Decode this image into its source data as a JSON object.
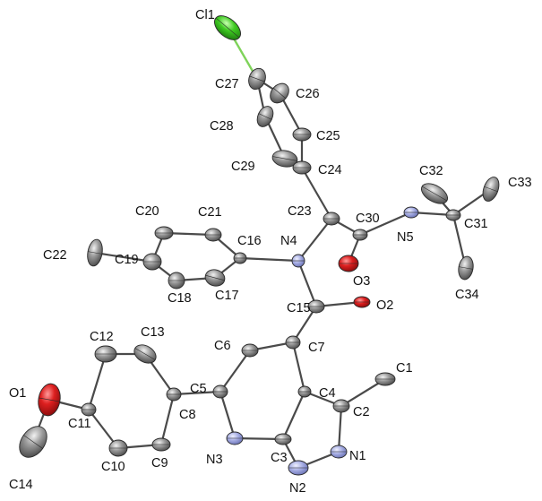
{
  "diagram": {
    "type": "ortep-crystal-structure",
    "colors": {
      "carbon": "#7a7a7a",
      "nitrogen": "#9aa2dc",
      "oxygen": "#cc1a1a",
      "chlorine": "#37c21d",
      "bond": "#4a4a4a"
    },
    "atoms": [
      {
        "id": "Cl1",
        "label": "Cl1",
        "element": "chlorine"
      },
      {
        "id": "C27",
        "label": "C27",
        "element": "carbon"
      },
      {
        "id": "C26",
        "label": "C26",
        "element": "carbon"
      },
      {
        "id": "C28",
        "label": "C28",
        "element": "carbon"
      },
      {
        "id": "C25",
        "label": "C25",
        "element": "carbon"
      },
      {
        "id": "C29",
        "label": "C29",
        "element": "carbon"
      },
      {
        "id": "C24",
        "label": "C24",
        "element": "carbon"
      },
      {
        "id": "C32",
        "label": "C32",
        "element": "carbon"
      },
      {
        "id": "C33",
        "label": "C33",
        "element": "carbon"
      },
      {
        "id": "C23",
        "label": "C23",
        "element": "carbon"
      },
      {
        "id": "C30",
        "label": "C30",
        "element": "carbon"
      },
      {
        "id": "N5",
        "label": "N5",
        "element": "nitrogen"
      },
      {
        "id": "C31",
        "label": "C31",
        "element": "carbon"
      },
      {
        "id": "N4",
        "label": "N4",
        "element": "nitrogen"
      },
      {
        "id": "C20",
        "label": "C20",
        "element": "carbon"
      },
      {
        "id": "C21",
        "label": "C21",
        "element": "carbon"
      },
      {
        "id": "C16",
        "label": "C16",
        "element": "carbon"
      },
      {
        "id": "C22",
        "label": "C22",
        "element": "carbon"
      },
      {
        "id": "C19",
        "label": "C19",
        "element": "carbon"
      },
      {
        "id": "C18",
        "label": "C18",
        "element": "carbon"
      },
      {
        "id": "C17",
        "label": "C17",
        "element": "carbon"
      },
      {
        "id": "O3",
        "label": "O3",
        "element": "oxygen"
      },
      {
        "id": "C34",
        "label": "C34",
        "element": "carbon"
      },
      {
        "id": "C15",
        "label": "C15",
        "element": "carbon"
      },
      {
        "id": "O2",
        "label": "O2",
        "element": "oxygen"
      },
      {
        "id": "C6",
        "label": "C6",
        "element": "carbon"
      },
      {
        "id": "C7",
        "label": "C7",
        "element": "carbon"
      },
      {
        "id": "C12",
        "label": "C12",
        "element": "carbon"
      },
      {
        "id": "C13",
        "label": "C13",
        "element": "carbon"
      },
      {
        "id": "C1",
        "label": "C1",
        "element": "carbon"
      },
      {
        "id": "C5",
        "label": "C5",
        "element": "carbon"
      },
      {
        "id": "C4",
        "label": "C4",
        "element": "carbon"
      },
      {
        "id": "C2",
        "label": "C2",
        "element": "carbon"
      },
      {
        "id": "O1",
        "label": "O1",
        "element": "oxygen"
      },
      {
        "id": "C8",
        "label": "C8",
        "element": "carbon"
      },
      {
        "id": "C11",
        "label": "C11",
        "element": "carbon"
      },
      {
        "id": "N1",
        "label": "N1",
        "element": "nitrogen"
      },
      {
        "id": "N3",
        "label": "N3",
        "element": "nitrogen"
      },
      {
        "id": "C3",
        "label": "C3",
        "element": "carbon"
      },
      {
        "id": "C10",
        "label": "C10",
        "element": "carbon"
      },
      {
        "id": "C9",
        "label": "C9",
        "element": "carbon"
      },
      {
        "id": "N2",
        "label": "N2",
        "element": "nitrogen"
      },
      {
        "id": "C14",
        "label": "C14",
        "element": "carbon"
      }
    ],
    "bonds": [
      [
        "Cl1",
        "C27"
      ],
      [
        "C27",
        "C26"
      ],
      [
        "C27",
        "C28"
      ],
      [
        "C26",
        "C25"
      ],
      [
        "C28",
        "C29"
      ],
      [
        "C25",
        "C24"
      ],
      [
        "C29",
        "C24"
      ],
      [
        "C24",
        "C23"
      ],
      [
        "C23",
        "N4"
      ],
      [
        "C23",
        "C30"
      ],
      [
        "C30",
        "O3"
      ],
      [
        "C30",
        "N5"
      ],
      [
        "N5",
        "C31"
      ],
      [
        "C31",
        "C32"
      ],
      [
        "C31",
        "C33"
      ],
      [
        "C31",
        "C34"
      ],
      [
        "N4",
        "C16"
      ],
      [
        "C16",
        "C21"
      ],
      [
        "C16",
        "C17"
      ],
      [
        "C21",
        "C20"
      ],
      [
        "C17",
        "C18"
      ],
      [
        "C20",
        "C19"
      ],
      [
        "C18",
        "C19"
      ],
      [
        "C19",
        "C22"
      ],
      [
        "N4",
        "C15"
      ],
      [
        "C15",
        "O2"
      ],
      [
        "C15",
        "C7"
      ],
      [
        "C7",
        "C6"
      ],
      [
        "C7",
        "C4"
      ],
      [
        "C6",
        "C5"
      ],
      [
        "C5",
        "N3"
      ],
      [
        "N3",
        "C3"
      ],
      [
        "C3",
        "C4"
      ],
      [
        "C4",
        "C2"
      ],
      [
        "C2",
        "C1"
      ],
      [
        "C2",
        "N1"
      ],
      [
        "N1",
        "N2"
      ],
      [
        "N2",
        "C3"
      ],
      [
        "C5",
        "C8"
      ],
      [
        "C8",
        "C13"
      ],
      [
        "C8",
        "C9"
      ],
      [
        "C13",
        "C12"
      ],
      [
        "C9",
        "C10"
      ],
      [
        "C12",
        "C11"
      ],
      [
        "C10",
        "C11"
      ],
      [
        "C11",
        "O1"
      ],
      [
        "O1",
        "C14"
      ]
    ]
  }
}
